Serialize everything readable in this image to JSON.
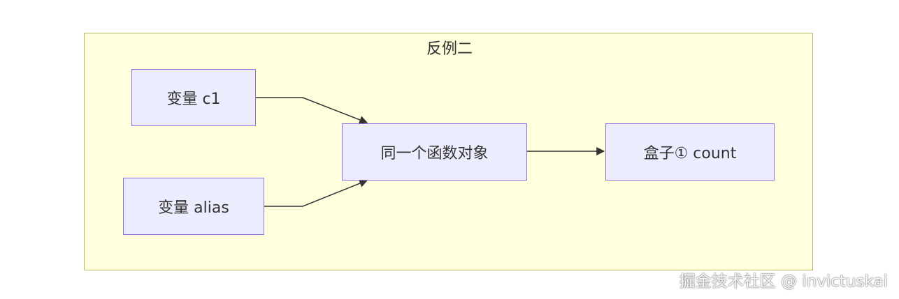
{
  "diagram": {
    "subgraph": {
      "title": "反例二"
    },
    "nodes": {
      "c1": "变量 c1",
      "alias": "变量 alias",
      "func": "同一个函数对象",
      "box": "盒子① count"
    },
    "edges": [
      {
        "from": "c1",
        "to": "func"
      },
      {
        "from": "alias",
        "to": "func"
      },
      {
        "from": "func",
        "to": "box"
      }
    ],
    "colors": {
      "cluster_fill": "#ffffde",
      "cluster_stroke": "#b8b86a",
      "node_fill": "#ececff",
      "node_stroke": "#9370db",
      "edge": "#333333"
    }
  },
  "watermark": "掘金技术社区 @ invictuskai"
}
